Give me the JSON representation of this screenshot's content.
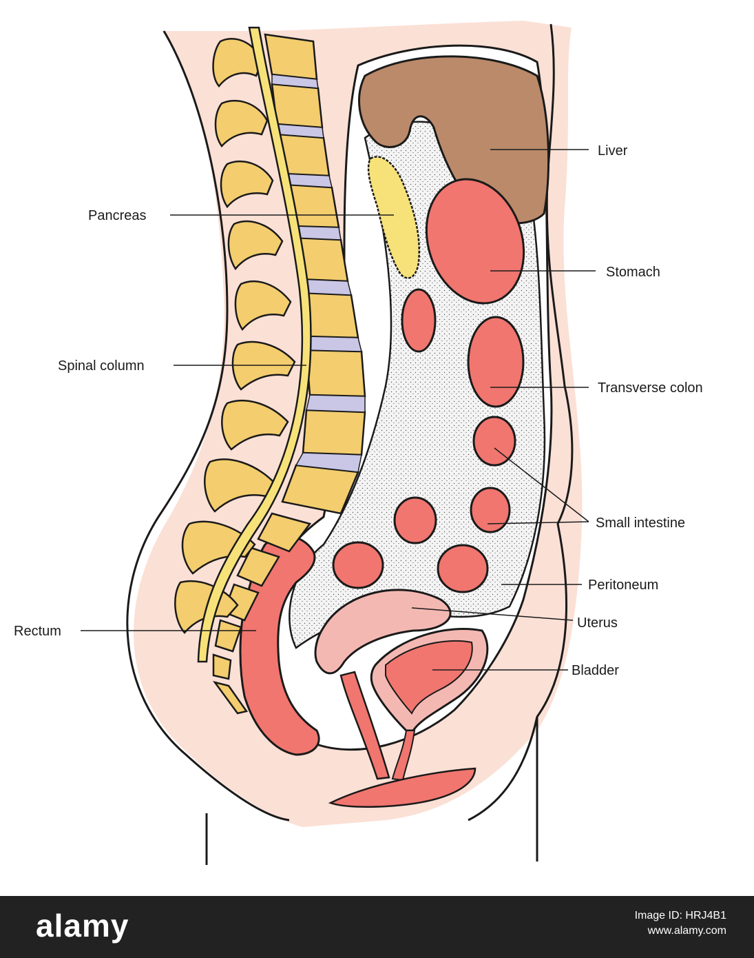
{
  "diagram": {
    "labels": {
      "liver": "Liver",
      "pancreas": "Pancreas",
      "stomach": "Stomach",
      "spinal_column": "Spinal column",
      "transverse_colon": "Transverse colon",
      "small_intestine": "Small intestine",
      "peritoneum": "Peritoneum",
      "rectum": "Rectum",
      "uterus": "Uterus",
      "bladder": "Bladder"
    },
    "colors": {
      "skin": "#fbe0d6",
      "bone": "#f3cd6e",
      "disc": "#c9c6e6",
      "spinal_cord": "#f7e27a",
      "liver": "#bb8a6a",
      "organ": "#f0766f",
      "uterus": "#f4b8b3",
      "stipple": "#dcdcdc",
      "outline": "#1a1a1a"
    }
  },
  "watermark": {
    "logo": "alamy",
    "image_id": "Image ID: HRJ4B1",
    "site": "www.alamy.com"
  }
}
